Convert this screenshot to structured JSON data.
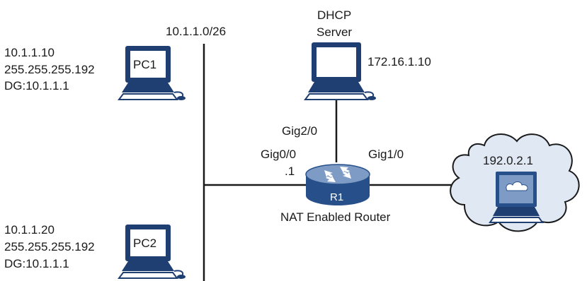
{
  "network": {
    "lan_subnet": "10.1.1.0/26"
  },
  "pc1": {
    "name": "PC1",
    "ip": "10.1.1.10",
    "mask": "255.255.255.192",
    "gateway": "DG:10.1.1.1"
  },
  "pc2": {
    "name": "PC2",
    "ip": "10.1.1.20",
    "mask": "255.255.255.192",
    "gateway": "DG:10.1.1.1"
  },
  "dhcp_server": {
    "label_line1": "DHCP",
    "label_line2": "Server",
    "ip": "172.16.1.10"
  },
  "router": {
    "name": "R1",
    "caption": "NAT Enabled Router",
    "if_lan": "Gig0/0",
    "if_lan_host": ".1",
    "if_wan": "Gig1/0",
    "if_server": "Gig2/0"
  },
  "internet": {
    "host_ip": "192.0.2.1"
  },
  "colors": {
    "device_blue": "#1f3f73",
    "router_top": "#7d9bc4",
    "router_side": "#27508a",
    "cloud_fill": "#dfe8f3",
    "line": "#1a1a1a"
  }
}
